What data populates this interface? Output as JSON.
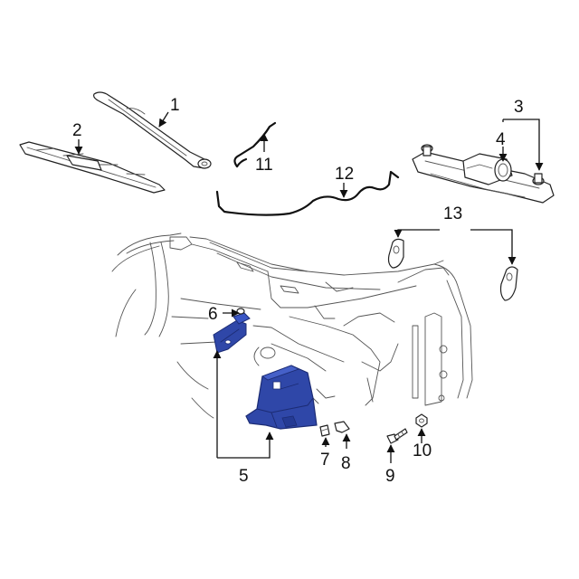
{
  "colors": {
    "highlight": "#2f47a8",
    "highlight_dark": "#1c2c74",
    "line": "#222222"
  },
  "callouts": [
    {
      "id": "c1",
      "label": "1"
    },
    {
      "id": "c2",
      "label": "2"
    },
    {
      "id": "c3",
      "label": "3"
    },
    {
      "id": "c4",
      "label": "4"
    },
    {
      "id": "c5",
      "label": "5"
    },
    {
      "id": "c6",
      "label": "6"
    },
    {
      "id": "c7",
      "label": "7"
    },
    {
      "id": "c8",
      "label": "8"
    },
    {
      "id": "c9",
      "label": "9"
    },
    {
      "id": "c10",
      "label": "10"
    },
    {
      "id": "c11",
      "label": "11"
    },
    {
      "id": "c12",
      "label": "12"
    },
    {
      "id": "c13",
      "label": "13"
    }
  ]
}
